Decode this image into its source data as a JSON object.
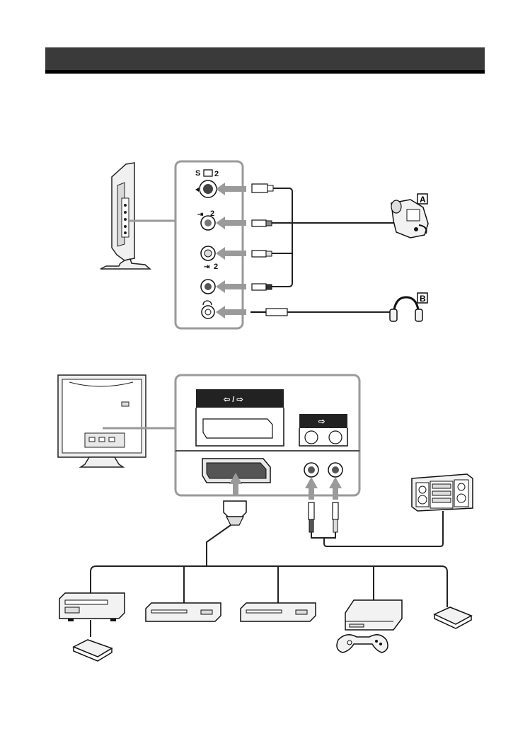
{
  "colors": {
    "header_bar": "#3a3a3a",
    "cable": "#222222",
    "arrow": "#9a9a9a",
    "panel_border": "#9a9a9a",
    "device_fill": "#f2f2f2"
  },
  "side_panel": {
    "s_video_label": "S",
    "s_video_number": "2",
    "video_in_number": "2",
    "audio_in_number": "2"
  },
  "badges": {
    "a": "A",
    "b": "B"
  },
  "rear_panel": {
    "scart_symbol": "⇦ / ⇨",
    "audio_out_symbol": "⇨"
  }
}
